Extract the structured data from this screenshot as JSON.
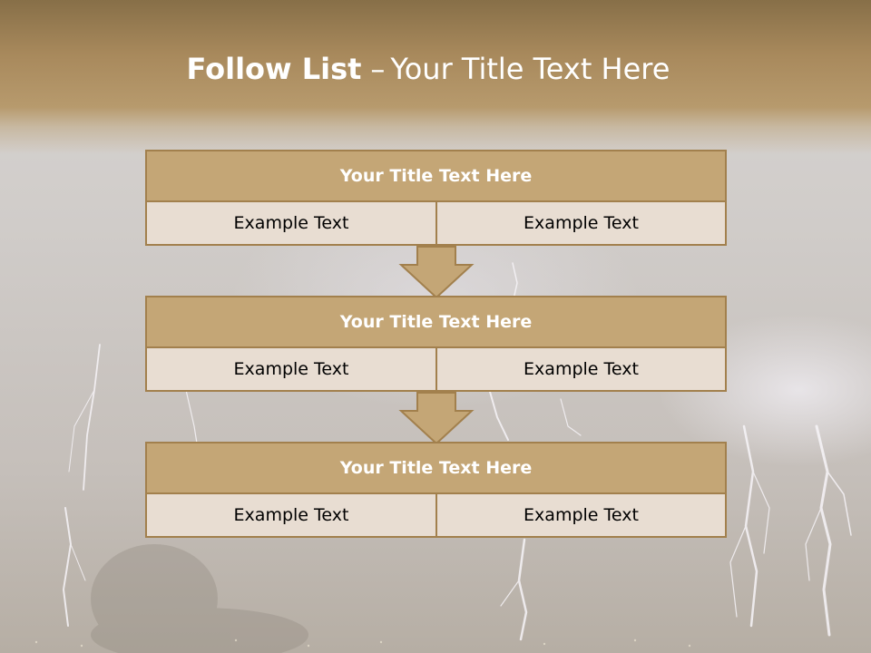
{
  "slide": {
    "title_bold": "Follow List",
    "title_dash": "–",
    "title_rest": "Your Title Text Here"
  },
  "blocks": [
    {
      "title": "Your Title Text Here",
      "left_text": "Example Text",
      "right_text": "Example Text"
    },
    {
      "title": "Your Title Text Here",
      "left_text": "Example Text",
      "right_text": "Example Text"
    },
    {
      "title": "Your Title Text Here",
      "left_text": "Example Text",
      "right_text": "Example Text"
    }
  ],
  "colors": {
    "banner": "#a8895c",
    "header_fill": "#c4a676",
    "border": "#a2804d",
    "cell_fill": "#e8ddd2",
    "arrow_fill": "#c4a676"
  },
  "background_image": "lightning-storm"
}
